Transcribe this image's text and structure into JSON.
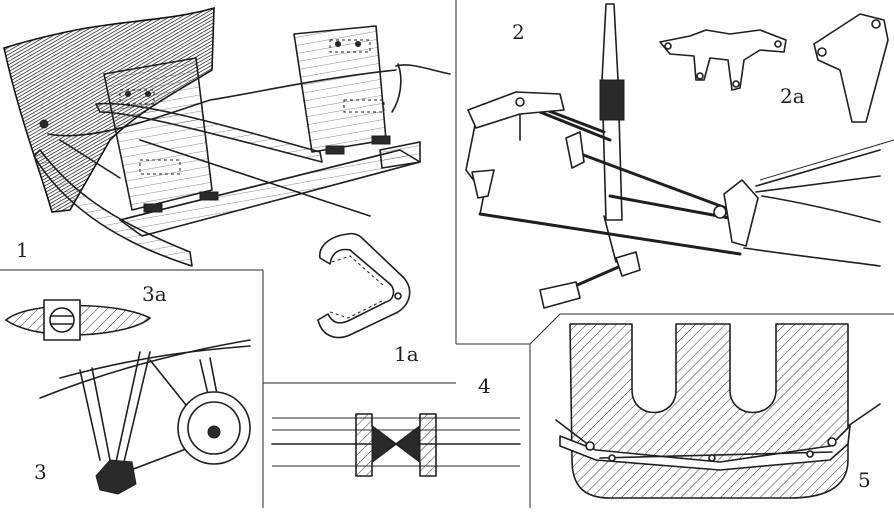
{
  "figures": [
    {
      "id": "fig1",
      "label": "1"
    },
    {
      "id": "fig1a",
      "label": "1a"
    },
    {
      "id": "fig2",
      "label": "2"
    },
    {
      "id": "fig2a",
      "label": "2a"
    },
    {
      "id": "fig3",
      "label": "3"
    },
    {
      "id": "fig3a",
      "label": "3a"
    },
    {
      "id": "fig4",
      "label": "4"
    },
    {
      "id": "fig5",
      "label": "5"
    }
  ],
  "colors": {
    "ink": "#1f1f1f",
    "paper": "#ffffff"
  }
}
